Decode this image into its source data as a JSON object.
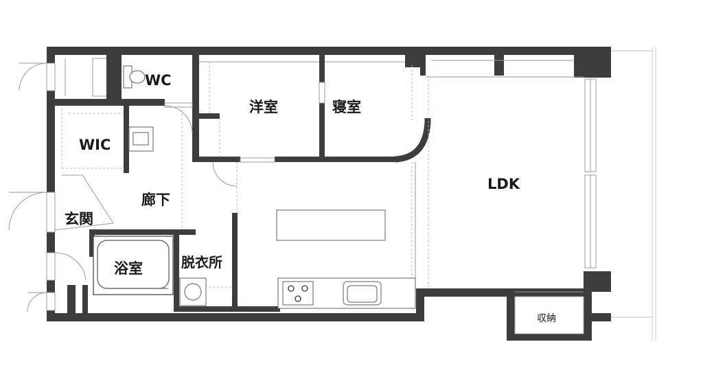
{
  "rooms": {
    "wc": "WC",
    "yoshitsu": "洋室",
    "shinshitsu": "寝室",
    "wic": "WIC",
    "ldk": "LDK",
    "roka": "廊下",
    "genkan": "玄関",
    "datsuijo": "脱衣所",
    "yokushitsu": "浴室",
    "shuno": "収納"
  }
}
